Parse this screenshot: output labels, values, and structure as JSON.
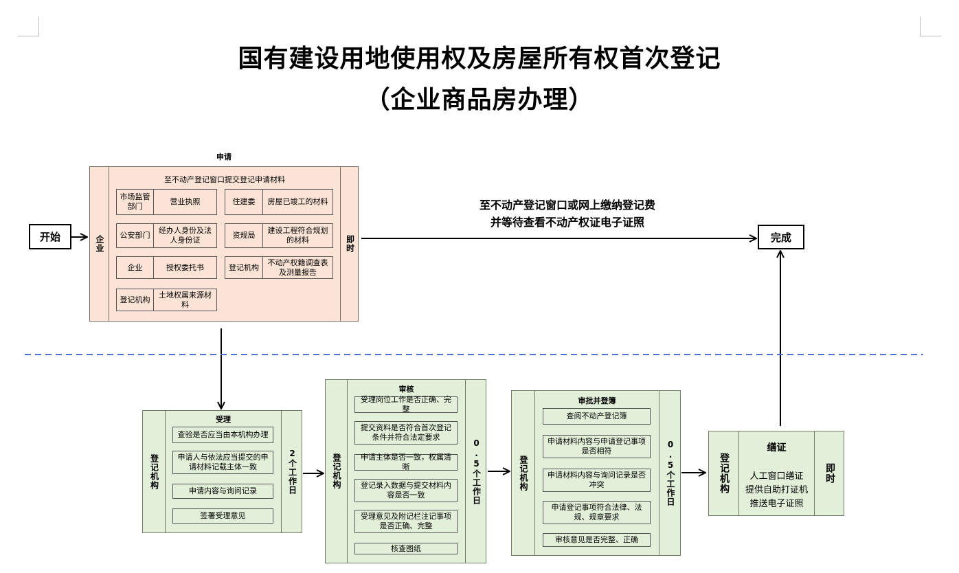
{
  "title": {
    "line1": "国有建设用地使用权及房屋所有权首次登记",
    "line2": "（企业商品房办理）"
  },
  "start": "开始",
  "finish": "完成",
  "apply": {
    "heading": "申请",
    "side_left": "企业",
    "side_right": "即时",
    "subheading": "至不动产登记窗口提交登记申请材料",
    "items": [
      {
        "dept": "市场监管部门",
        "material": "营业执照"
      },
      {
        "dept": "住建委",
        "material": "房屋已竣工的材料"
      },
      {
        "dept": "公安部门",
        "material": "经办人身份及法人身份证"
      },
      {
        "dept": "资规局",
        "material": "建设工程符合规划的材料"
      },
      {
        "dept": "企业",
        "material": "授权委托书"
      },
      {
        "dept": "登记机构",
        "material": "不动产权籍调查表及测量报告"
      },
      {
        "dept": "登记机构",
        "material": "土地权属来源材料"
      }
    ]
  },
  "payment_note": {
    "line1": "至不动产登记窗口或网上缴纳登记费",
    "line2": "并等待查看不动产权证电子证照"
  },
  "accept": {
    "heading": "受理",
    "side_left": "登记机构",
    "side_right": "2个工作日",
    "items": [
      "查验是否应当由本机构办理",
      "申请人与依法应当提交的申请材料记载主体一致",
      "申请内容与询问记录",
      "签署受理意见"
    ]
  },
  "review": {
    "heading": "审核",
    "side_left": "登记机构",
    "side_right": "0.5个工作日",
    "items": [
      "受理岗位工作是否正确、完整",
      "提交资料是否符合首次登记条件并符合法定要求",
      "申请主体是否一致，权属清晰",
      "登记录入数据与提交材料内容是否一致",
      "受理意见及附记栏注记事项是否正确、完整",
      "核查图纸"
    ]
  },
  "approve": {
    "heading": "审批并登簿",
    "side_left": "登记机构",
    "side_right": "0.5个工作日",
    "items": [
      "查阅不动产登记簿",
      "申请材料内容与申请登记事项是否相符",
      "申请材料内容与询问记录是否冲突",
      "申请登记事项符合法律、法规、规章要求",
      "审核意见是否完整、正确"
    ]
  },
  "certificate": {
    "heading": "缮证",
    "side_left": "登记机构",
    "side_right": "即时",
    "lines": [
      "人工窗口缮证",
      "提供自助打证机",
      "推送电子证照"
    ]
  }
}
